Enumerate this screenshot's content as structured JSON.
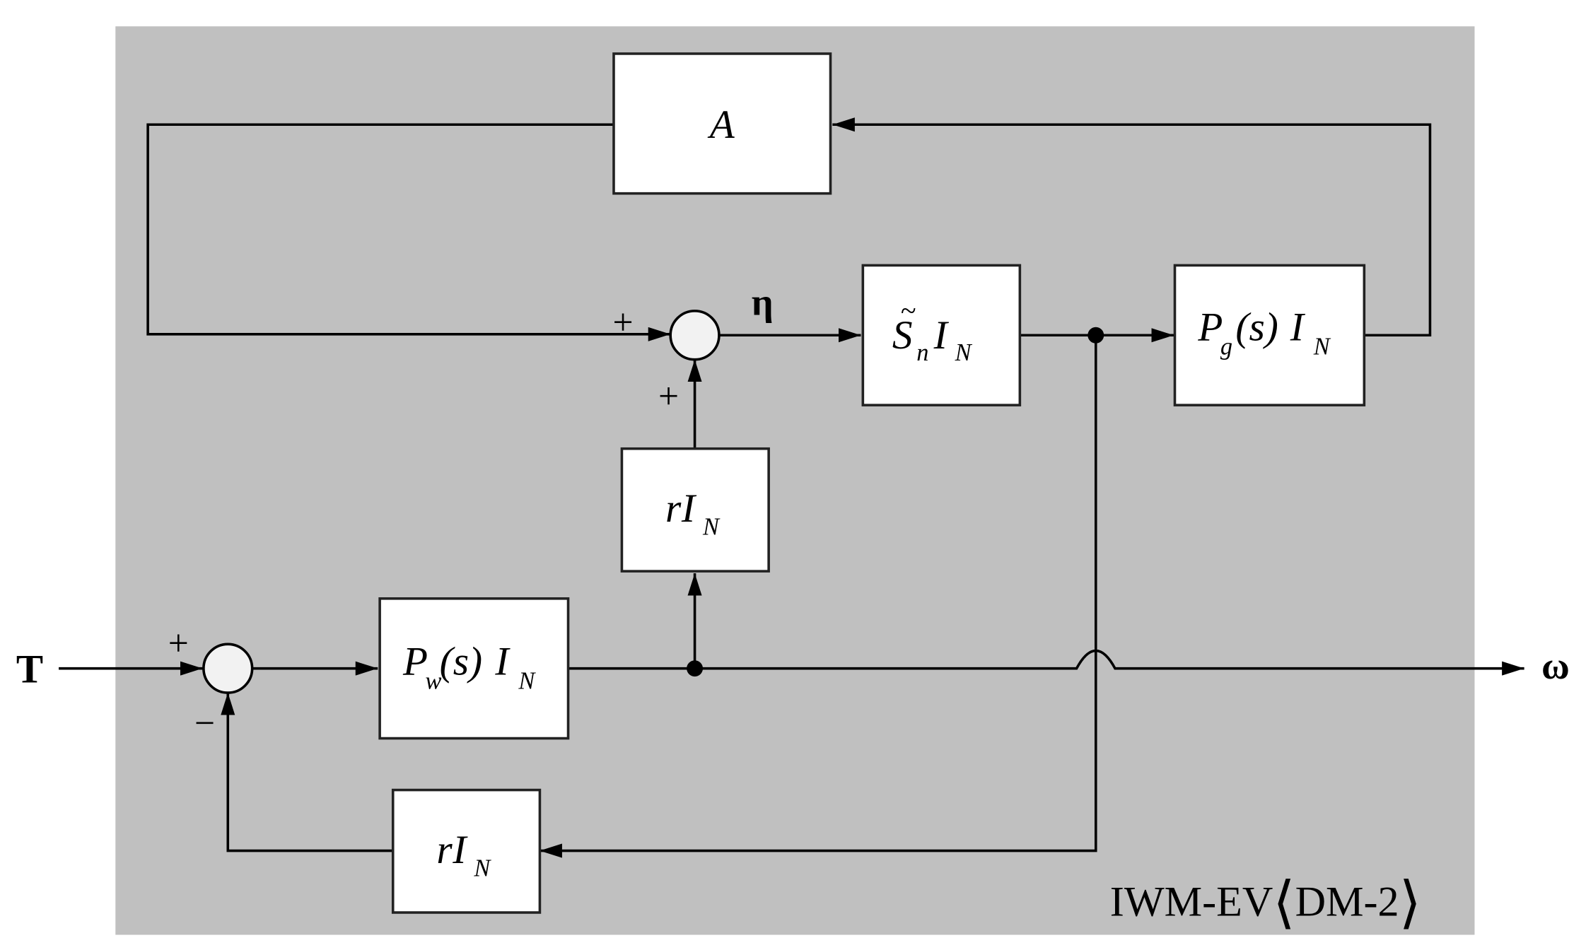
{
  "system_label": {
    "main": "IWM-EV",
    "bracket_open": "⟨",
    "inner": "DM-2",
    "bracket_close": "⟩"
  },
  "signals": {
    "input": "T",
    "output": "ω",
    "eta": "η"
  },
  "signs": {
    "top_left": "+",
    "top_bottom": "+",
    "bottom_left": "+",
    "bottom_bottom": "−"
  },
  "blocks": {
    "A": {
      "text": "A"
    },
    "S": {
      "tilde": "~",
      "S": "S",
      "n": "n",
      "I": "I",
      "N": "N"
    },
    "Pg": {
      "P": "P",
      "g": "g",
      "paren": "(s)",
      "I": "I",
      "N": "N"
    },
    "rI_mid": {
      "r": "r",
      "I": "I",
      "N": "N"
    },
    "Pw": {
      "P": "P",
      "w": "w",
      "paren": "(s)",
      "I": "I",
      "N": "N"
    },
    "rI_bottom": {
      "r": "r",
      "I": "I",
      "N": "N"
    }
  },
  "colors": {
    "background_panel": "#c0c0c0",
    "block_fill": "#ffffff",
    "line": "#000000"
  }
}
